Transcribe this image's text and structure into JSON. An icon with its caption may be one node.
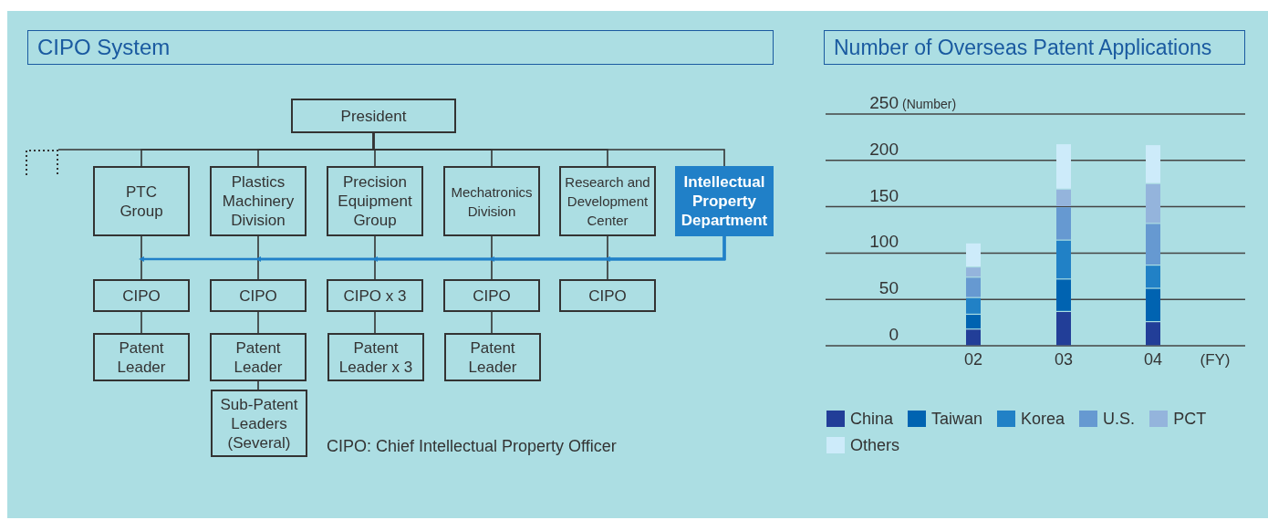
{
  "diagram": {
    "title": "CIPO System",
    "nodes": [
      {
        "text": [
          "President"
        ]
      },
      {
        "text": [
          "PTC Group"
        ]
      },
      {
        "text": [
          "Plastics Machinery Division"
        ]
      },
      {
        "text": [
          "Precision Equipment Group"
        ]
      },
      {
        "text": [
          "Mechatronics Division"
        ]
      },
      {
        "text": [
          "Research and Development Center"
        ]
      },
      {
        "text": [
          "Intellectual Property Department"
        ]
      },
      {
        "text": [
          "CIPO"
        ]
      },
      {
        "text": [
          "CIPO"
        ]
      },
      {
        "text": [
          "CIPO x 3"
        ]
      },
      {
        "text": [
          "CIPO"
        ]
      },
      {
        "text": [
          "CIPO"
        ]
      },
      {
        "text": [
          "Patent Leader"
        ]
      },
      {
        "text": [
          "Patent Leader"
        ]
      },
      {
        "text": [
          "Patent Leader x 3"
        ]
      },
      {
        "text": [
          "Patent Leader"
        ]
      },
      {
        "text": [
          "Sub-Patent Leaders (Several)"
        ]
      },
      {
        "text": [],
        "shape": "box"
      }
    ],
    "edges": [
      {
        "from": 0,
        "to": 1,
        "arrow": "none"
      },
      {
        "from": 0,
        "to": 2,
        "arrow": "none"
      },
      {
        "from": 0,
        "to": 3,
        "arrow": "none"
      },
      {
        "from": 0,
        "to": 4,
        "arrow": "none"
      },
      {
        "from": 0,
        "to": 5,
        "arrow": "none"
      },
      {
        "from": 0,
        "to": 6,
        "arrow": "none"
      },
      {
        "from": 0,
        "to": 17,
        "arrow": "none"
      },
      {
        "from": 1,
        "to": 7,
        "arrow": "none"
      },
      {
        "from": 2,
        "to": 8,
        "arrow": "none"
      },
      {
        "from": 3,
        "to": 9,
        "arrow": "none"
      },
      {
        "from": 4,
        "to": 10,
        "arrow": "none"
      },
      {
        "from": 5,
        "to": 11,
        "arrow": "none"
      },
      {
        "from": 6,
        "to": 7,
        "arrow": "to",
        "color": "#2080c8"
      },
      {
        "from": 6,
        "to": 8,
        "arrow": "to",
        "color": "#2080c8"
      },
      {
        "from": 6,
        "to": 9,
        "arrow": "to",
        "color": "#2080c8"
      },
      {
        "from": 6,
        "to": 10,
        "arrow": "to",
        "color": "#2080c8"
      },
      {
        "from": 6,
        "to": 11,
        "arrow": "to",
        "color": "#2080c8"
      },
      {
        "from": 7,
        "to": 12,
        "arrow": "none"
      },
      {
        "from": 8,
        "to": 13,
        "arrow": "none"
      },
      {
        "from": 9,
        "to": 14,
        "arrow": "none"
      },
      {
        "from": 10,
        "to": 15,
        "arrow": "none"
      },
      {
        "from": 13,
        "to": 16,
        "arrow": "none"
      }
    ],
    "labels": [
      "CIPO:  Chief Intellectual Property Officer"
    ],
    "chart_data": {
      "type": "bar",
      "title": "Number of Overseas Patent Applications",
      "xlabel": "(FY)",
      "ylabel": "(Number)",
      "categories": [
        "02",
        "03",
        "04"
      ],
      "stacked": true,
      "grid": true,
      "ylim": [
        0,
        250
      ],
      "yticks": [
        0,
        50,
        100,
        150,
        200,
        250
      ],
      "series": [
        {
          "name": "China",
          "color": "#223e98",
          "values": [
            18,
            37,
            26
          ]
        },
        {
          "name": "Taiwan",
          "color": "#0063b1",
          "values": [
            16,
            35,
            36
          ]
        },
        {
          "name": "Korea",
          "color": "#2181c6",
          "values": [
            18,
            42,
            25
          ]
        },
        {
          "name": "U.S.",
          "color": "#6699d1",
          "values": [
            22,
            36,
            45
          ]
        },
        {
          "name": "PCT",
          "color": "#94b4dc",
          "values": [
            11,
            19,
            43
          ]
        },
        {
          "name": "Others",
          "color": "#cdebfa",
          "values": [
            26,
            49,
            42
          ]
        }
      ]
    }
  }
}
